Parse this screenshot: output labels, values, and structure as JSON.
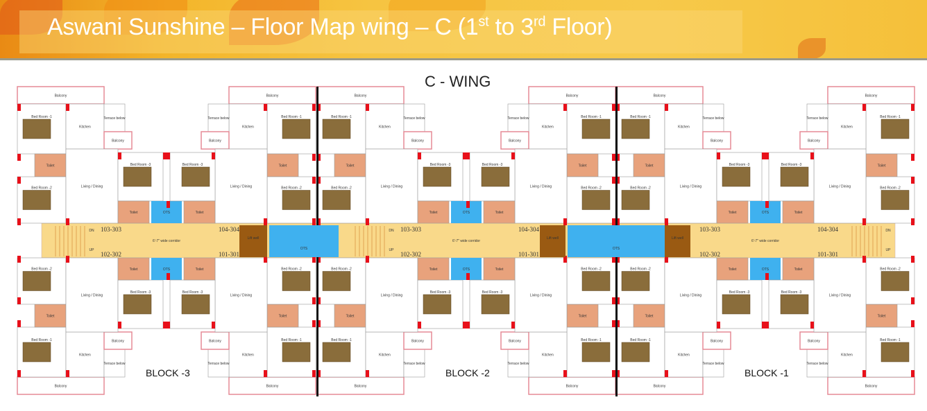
{
  "header": {
    "title_prefix": "Aswani Sunshine – Floor Map wing – C (1",
    "title_sup1": "st",
    "title_mid": " to 3",
    "title_sup2": "rd",
    "title_suffix": " Floor)"
  },
  "plan": {
    "wing_label": "C - WING",
    "blocks": [
      {
        "label": "BLOCK -3"
      },
      {
        "label": "BLOCK -2"
      },
      {
        "label": "BLOCK -1"
      }
    ],
    "unit_numbers": {
      "top_left": "103-303",
      "top_right": "104-304",
      "bottom_left": "102-302",
      "bottom_right": "101-301"
    },
    "corridor_label": "6'-7\" wide corridor",
    "lift_label": "Lift well",
    "ots_label": "OTS",
    "stair_up": "UP",
    "stair_dn": "DN",
    "rooms": {
      "balcony": "Balcony",
      "bedroom1": "Bed Room -1",
      "bedroom2": "Bed Room -2",
      "bedroom3": "Bed Room -3",
      "toilet": "Toilet",
      "kitchen": "Kitchen",
      "terrace": "Terrace below",
      "living": "Living / Dining"
    },
    "colors": {
      "corridor": "#f9d98a",
      "ots": "#3fb1ef",
      "lift": "#9a5a12",
      "toilet": "#e8a27c",
      "wall": "#e8101a",
      "outline": "#e58a96"
    }
  }
}
